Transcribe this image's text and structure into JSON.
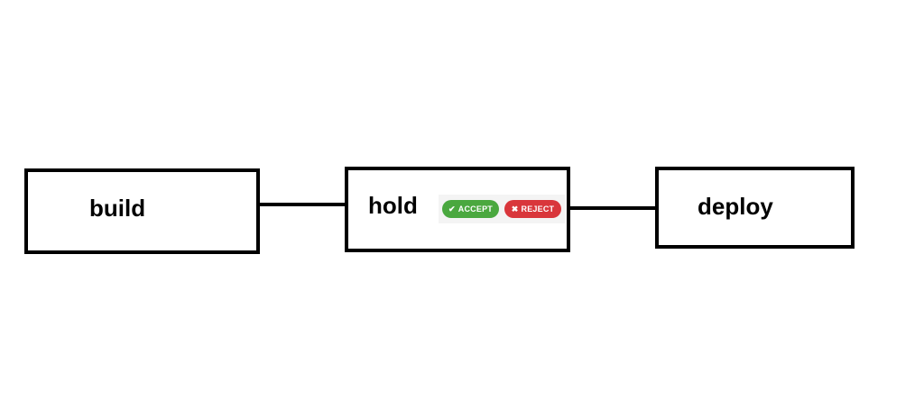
{
  "stages": [
    {
      "name": "build"
    },
    {
      "name": "hold"
    },
    {
      "name": "deploy"
    }
  ],
  "approval": {
    "accept_label": "ACCEPT",
    "accept_icon": "check-icon",
    "accept_color": "#4aa83f",
    "reject_label": "REJECT",
    "reject_icon": "x-icon",
    "reject_color": "#d9363b"
  }
}
